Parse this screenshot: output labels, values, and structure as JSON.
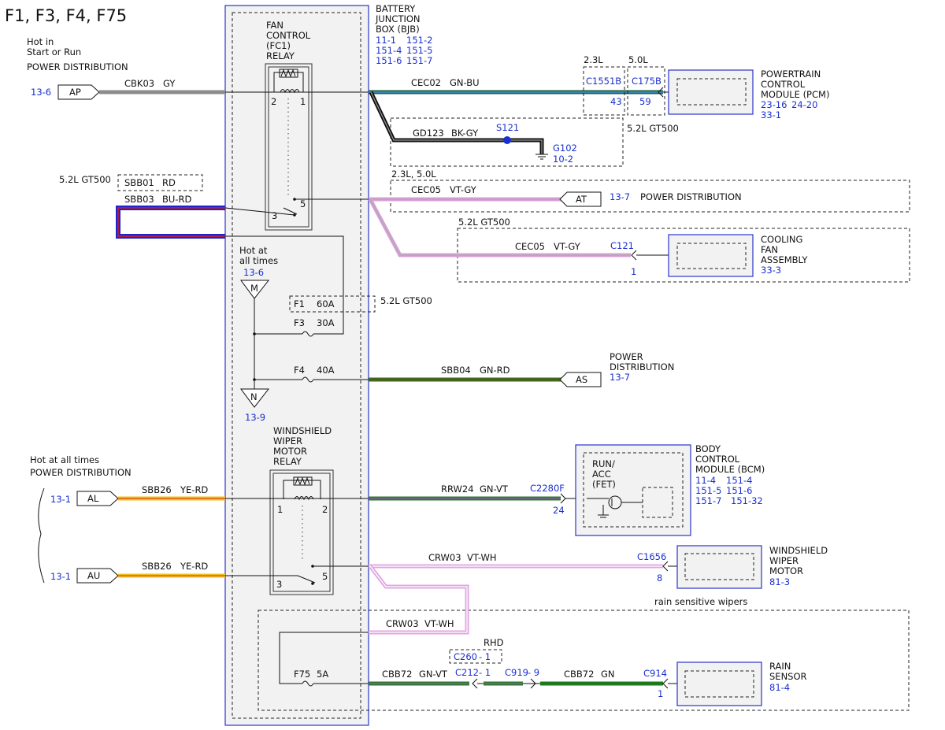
{
  "page": {
    "title": "F1, F3, F4, F75"
  },
  "colors": {
    "GY": "#8c8c8c",
    "GN-BU": "#1f5f3f",
    "GN-BU_stripe": "#3f8fd8",
    "BK-GY": "#111111",
    "BK-GY_stripe": "#9a9a9a",
    "VT-GY": "#d9a0d9",
    "VT-GY_stripe": "#aaaaaa",
    "BU-RD": "#2222cc",
    "BU-RD_stripe": "#d02020",
    "GN-RD": "#3a6e1e",
    "GN-RD_stripe": "#8a3a1e",
    "YE-RD": "#f0c020",
    "YE-RD_stripe": "#e05010",
    "GN-VT": "#2e7a30",
    "GN-VT_stripe": "#8a5aa8",
    "VT-WH": "#e2a6e2",
    "VT-WH_stripe": "#ffffff",
    "GN": "#1c7a1c",
    "splice": "#1a2fd0",
    "blue_text": "#1a2fd0",
    "box_border": "#2a35c8"
  },
  "left_labels": {
    "hot_run_1": "Hot in",
    "hot_run_2": "Start or Run",
    "hot_run_3": "POWER DISTRIBUTION",
    "ap_page": "13-6",
    "ap_conn": "AP",
    "cbk03": "CBK03",
    "cbk03_color": "GY",
    "gt500_left": "5.2L GT500",
    "sbb01": "SBB01",
    "sbb01_color": "RD",
    "sbb03": "SBB03",
    "sbb03_color": "BU-RD",
    "hot_all_1": "Hot at all times",
    "hot_all_2": "POWER DISTRIBUTION",
    "al_page": "13-1",
    "al_conn": "AL",
    "au_page": "13-1",
    "au_conn": "AU",
    "sbb26_a": "SBB26",
    "sbb26_a_color": "YE-RD",
    "sbb26_b": "SBB26",
    "sbb26_b_color": "YE-RD"
  },
  "bjb": {
    "title_1": "BATTERY",
    "title_2": "JUNCTION",
    "title_3": "BOX (BJB)",
    "ref_1": "11-1",
    "ref_2": "151-2",
    "ref_3": "151-4",
    "ref_4": "151-5",
    "ref_5": "151-6",
    "ref_6": "151-7",
    "fan_relay_1": "FAN",
    "fan_relay_2": "CONTROL",
    "fan_relay_3": "(FC1)",
    "fan_relay_4": "RELAY",
    "pin_2": "2",
    "pin_1": "1",
    "pin_3": "3",
    "pin_5": "5",
    "hot_1": "Hot at",
    "hot_2": "all times",
    "hot_page": "13-6",
    "m_label": "M",
    "n_label": "N",
    "n_page": "13-9",
    "f1": "F1",
    "f1_rating": "60A",
    "f1_note": "5.2L GT500",
    "f3": "F3",
    "f3_rating": "30A",
    "f4": "F4",
    "f4_rating": "40A",
    "wiper_relay_1": "WINDSHIELD",
    "wiper_relay_2": "WIPER",
    "wiper_relay_3": "MOTOR",
    "wiper_relay_4": "RELAY",
    "w_pin_1": "1",
    "w_pin_2": "2",
    "w_pin_3": "3",
    "w_pin_5": "5",
    "f75": "F75",
    "f75_rating": "5A"
  },
  "right": {
    "v23": "2.3L",
    "v50": "5.0L",
    "c1551b": "C1551B",
    "c1551b_pin": "43",
    "c175b": "C175B",
    "c175b_pin": "59",
    "pcm_1": "POWERTRAIN",
    "pcm_2": "CONTROL",
    "pcm_3": "MODULE (PCM)",
    "pcm_ref_1": "23-16",
    "pcm_ref_2": "24-20",
    "pcm_ref_3": "33-1",
    "cec02": "CEC02",
    "cec02_color": "GN-BU",
    "gd123": "GD123",
    "gd123_color": "BK-GY",
    "s121": "S121",
    "g102": "G102",
    "g102_page": "10-2",
    "gt500_ground": "5.2L GT500",
    "at_variant": "2.3L, 5.0L",
    "cec05_a": "CEC05",
    "cec05_a_color": "VT-GY",
    "at_conn": "AT",
    "at_page": "13-7",
    "at_dest": "POWER DISTRIBUTION",
    "gt500_fan": "5.2L GT500",
    "cec05_b": "CEC05",
    "cec05_b_color": "VT-GY",
    "c121": "C121",
    "c121_pin": "1",
    "fan_1": "COOLING",
    "fan_2": "FAN",
    "fan_3": "ASSEMBLY",
    "fan_page": "33-3",
    "sbb04": "SBB04",
    "sbb04_color": "GN-RD",
    "as_conn": "AS",
    "as_dest_1": "POWER",
    "as_dest_2": "DISTRIBUTION",
    "as_page": "13-7",
    "rrw24": "RRW24",
    "rrw24_color": "GN-VT",
    "c2280f": "C2280F",
    "c2280f_pin": "24",
    "fet_1": "RUN/",
    "fet_2": "ACC",
    "fet_3": "(FET)",
    "bcm_1": "BODY",
    "bcm_2": "CONTROL",
    "bcm_3": "MODULE (BCM)",
    "bcm_ref_1": "11-4",
    "bcm_ref_2": "151-4",
    "bcm_ref_3": "151-5",
    "bcm_ref_4": "151-6",
    "bcm_ref_5": "151-7",
    "bcm_ref_6": "151-32",
    "crw03_a": "CRW03",
    "crw03_a_color": "VT-WH",
    "c1656": "C1656",
    "c1656_pin": "8",
    "wm_1": "WINDSHIELD",
    "wm_2": "WIPER",
    "wm_3": "MOTOR",
    "wm_page": "81-3",
    "rain_note": "rain sensitive wipers",
    "crw03_b": "CRW03",
    "crw03_b_color": "VT-WH",
    "rhd": "RHD",
    "c260": "C260",
    "c260_pin": "- 1",
    "cbb72_a": "CBB72",
    "cbb72_a_color": "GN-VT",
    "c212": "C212",
    "c212_pin": "- 1",
    "c919": "C919",
    "c919_pin": "- 9",
    "cbb72_b": "CBB72",
    "cbb72_b_color": "GN",
    "c914": "C914",
    "c914_pin": "1",
    "rs_1": "RAIN",
    "rs_2": "SENSOR",
    "rs_page": "81-4"
  }
}
